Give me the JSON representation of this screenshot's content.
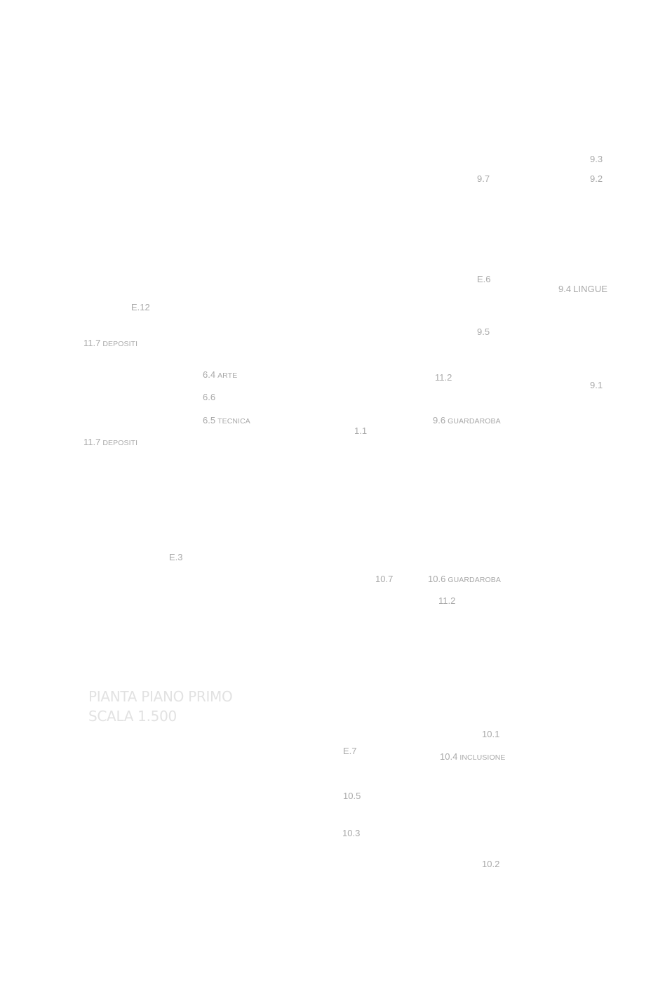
{
  "plan": {
    "title": "PIANTA PIANO PRIMO",
    "scale": "SCALA 1.500"
  },
  "rooms": {
    "r9_3": {
      "num": "9.3",
      "name": ""
    },
    "r9_7": {
      "num": "9.7",
      "name": ""
    },
    "r9_2": {
      "num": "9.2",
      "name": ""
    },
    "rE_6": {
      "num": "E.6",
      "name": ""
    },
    "r9_4": {
      "num": "9.4",
      "name": "LINGUE"
    },
    "rE_12": {
      "num": "E.12",
      "name": ""
    },
    "r9_5": {
      "num": "9.5",
      "name": ""
    },
    "r11_7a": {
      "num": "11.7",
      "name": "DEPOSITI"
    },
    "r6_4": {
      "num": "6.4",
      "name": "ARTE"
    },
    "r11_2a": {
      "num": "11.2",
      "name": ""
    },
    "r9_1": {
      "num": "9.1",
      "name": ""
    },
    "r6_6": {
      "num": "6.6",
      "name": ""
    },
    "r6_5": {
      "num": "6.5",
      "name": "TECNICA"
    },
    "r9_6": {
      "num": "9.6",
      "name": "GUARDAROBA"
    },
    "r1_1": {
      "num": "1.1",
      "name": ""
    },
    "r11_7b": {
      "num": "11.7",
      "name": "DEPOSITI"
    },
    "rE_3": {
      "num": "E.3",
      "name": ""
    },
    "r10_7": {
      "num": "10.7",
      "name": ""
    },
    "r10_6": {
      "num": "10.6",
      "name": "GUARDAROBA"
    },
    "r11_2b": {
      "num": "11.2",
      "name": ""
    },
    "r10_1": {
      "num": "10.1",
      "name": ""
    },
    "rE_7": {
      "num": "E.7",
      "name": ""
    },
    "r10_4": {
      "num": "10.4",
      "name": "INCLUSIONE"
    },
    "r10_5": {
      "num": "10.5",
      "name": ""
    },
    "r10_3": {
      "num": "10.3",
      "name": ""
    },
    "r10_2": {
      "num": "10.2",
      "name": ""
    }
  }
}
